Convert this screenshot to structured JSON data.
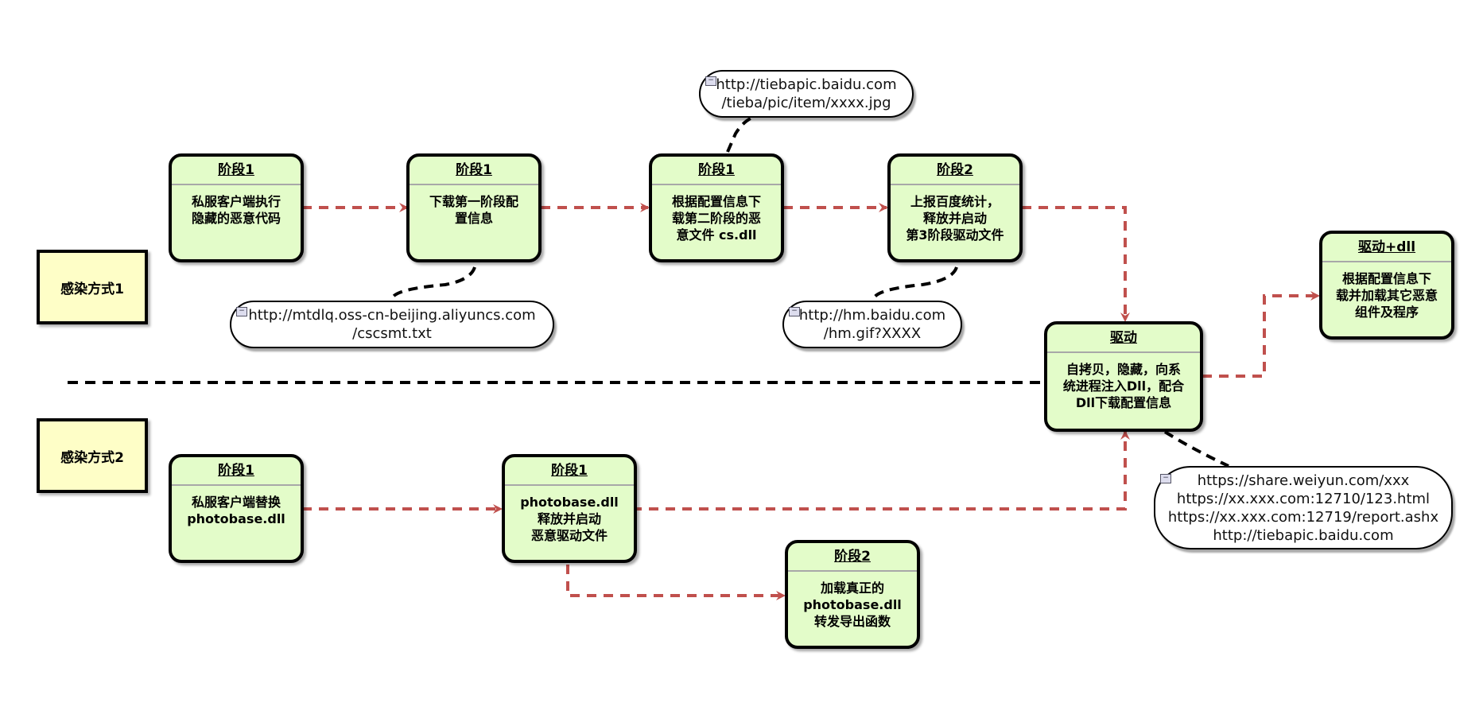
{
  "colors": {
    "node_fill": "#e3fcc9",
    "label_fill": "#fefec7",
    "arrow": "#c0504d"
  },
  "labels": {
    "method1": "感染方式1",
    "method2": "感染方式2"
  },
  "nodes": {
    "n1": {
      "title": "阶段1",
      "body": "私服客户端执行\n隐藏的恶意代码"
    },
    "n2": {
      "title": "阶段1",
      "body": "下载第一阶段配\n置信息"
    },
    "n3": {
      "title": "阶段1",
      "body": "根据配置信息下\n载第二阶段的恶\n意文件 cs.dll"
    },
    "n4": {
      "title": "阶段2",
      "body": "上报百度统计，\n释放并启动\n第3阶段驱动文件"
    },
    "driver": {
      "title": "驱动",
      "body": "自拷贝，隐藏，向系\n统进程注入Dll，配合\nDll下载配置信息"
    },
    "driver_dll": {
      "title": "驱动+dll",
      "body": "根据配置信息下\n载并加载其它恶意\n组件及程序"
    },
    "m1": {
      "title": "阶段1",
      "body": "私服客户端替换\nphotobase.dll"
    },
    "m2": {
      "title": "阶段1",
      "body": "photobase.dll\n释放并启动\n恶意驱动文件"
    },
    "m3": {
      "title": "阶段2",
      "body": "加载真正的\nphotobase.dll\n转发导出函数"
    }
  },
  "notes": {
    "tieba": "http://tiebapic.baidu.com\n/tieba/pic/item/xxxx.jpg",
    "aliyun": "http://mtdlq.oss-cn-beijing.aliyuncs.com\n/cscsmt.txt",
    "hm": "http://hm.baidu.com\n/hm.gif?XXXX",
    "urls": "https://share.weiyun.com/xxx\nhttps://xx.xxx.com:12710/123.html\nhttps://xx.xxx.com:12719/report.ashx\nhttp://tiebapic.baidu.com"
  }
}
